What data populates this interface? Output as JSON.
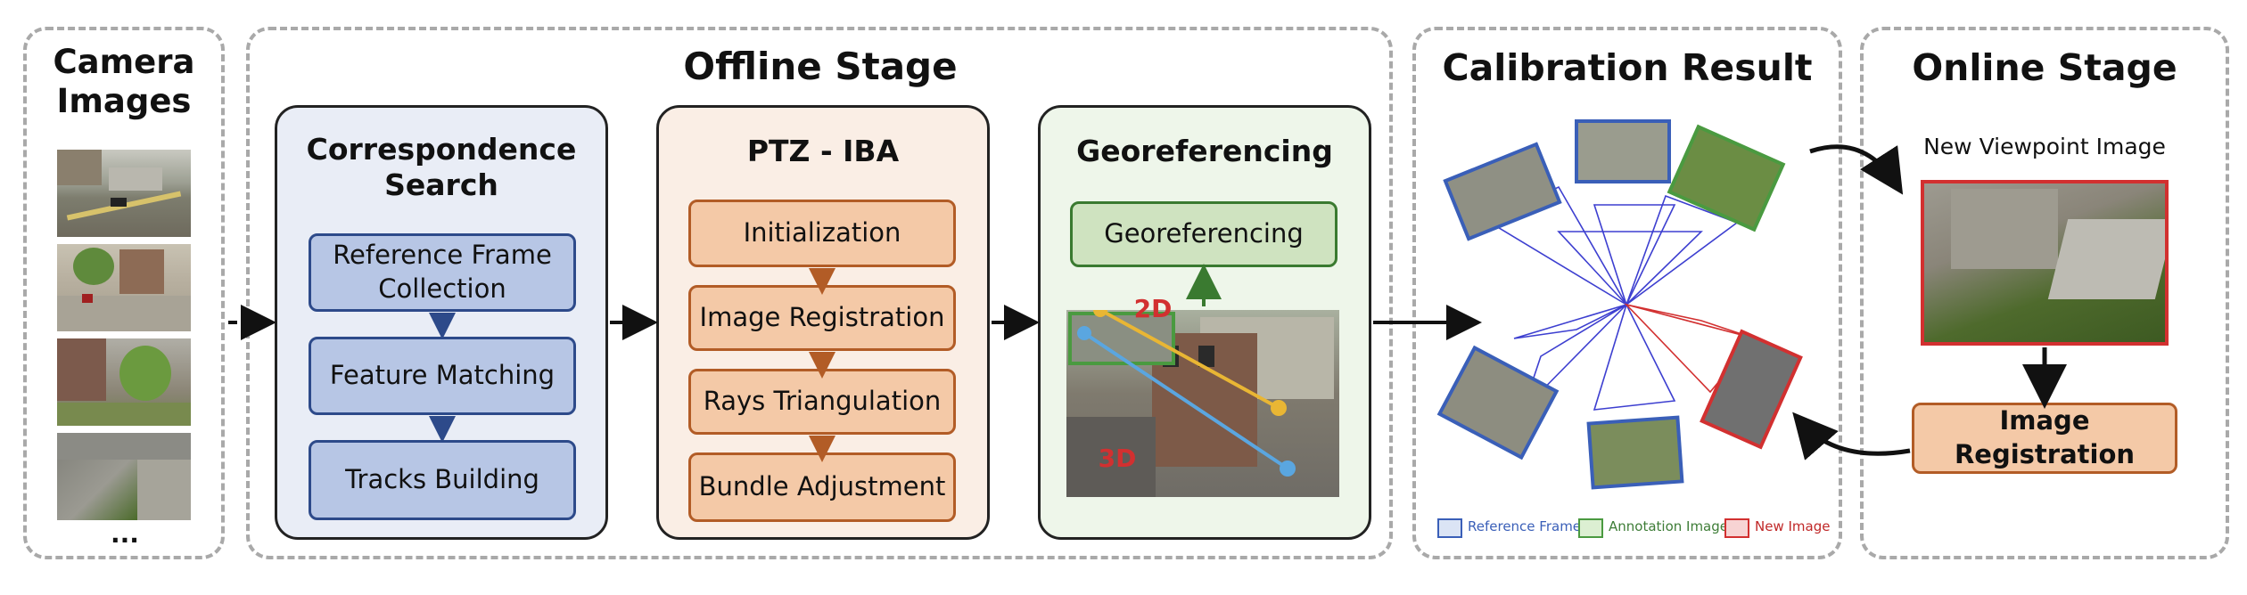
{
  "camera": {
    "title": "Camera\nImages",
    "ellipsis": "..."
  },
  "offline": {
    "title": "Offline Stage",
    "correspondence": {
      "title": "Correspondence\nSearch",
      "steps": [
        "Reference Frame\nCollection",
        "Feature Matching",
        "Tracks Building"
      ]
    },
    "ptz": {
      "title": "PTZ - IBA",
      "steps": [
        "Initialization",
        "Image Registration",
        "Rays Triangulation",
        "Bundle Adjustment"
      ]
    },
    "georef": {
      "title": "Georeferencing",
      "box": "Georeferencing",
      "label_2d": "2D",
      "label_3d": "3D"
    }
  },
  "calibration": {
    "title": "Calibration Result",
    "legend": [
      {
        "label": "Reference Frame",
        "color": "#3a5fb8",
        "fill": "#dbe4f5",
        "text_color": "#3a5fb8"
      },
      {
        "label": "Annotation Image",
        "color": "#4a9a40",
        "fill": "#dcefd2",
        "text_color": "#3e7d37"
      },
      {
        "label": "New Image",
        "color": "#d23030",
        "fill": "#f7d3d3",
        "text_color": "#c02828"
      }
    ]
  },
  "online": {
    "title": "Online Stage",
    "new_view_label": "New Viewpoint Image",
    "registration": "Image Registration"
  },
  "colors": {
    "blue": "#3a5fb8",
    "green": "#4a9a40",
    "red": "#d23030",
    "arrow": "#111111"
  }
}
